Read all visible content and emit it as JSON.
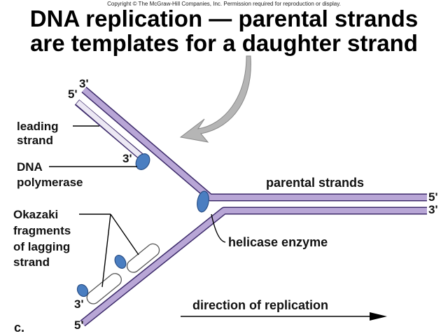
{
  "copyright": "Copyright © The McGraw-Hill Companies, Inc. Permission required for reproduction or display.",
  "title_line1": "DNA replication — parental strands",
  "title_line2": "are templates for a daughter strand",
  "panel_letter": "c.",
  "labels": {
    "leading_strand": [
      "leading",
      "strand"
    ],
    "dna_polymerase": [
      "DNA",
      "polymerase"
    ],
    "okazaki": [
      "Okazaki",
      "fragments",
      "of lagging",
      "strand"
    ],
    "parental_strands": "parental strands",
    "helicase_enzyme": "helicase enzyme",
    "direction": "direction of replication"
  },
  "ends": {
    "three_prime": "3'",
    "five_prime": "5'"
  },
  "colors": {
    "strand_fill": "#b8a6d6",
    "strand_edge": "#3c2a6a",
    "leading_fill": "#ece8f4",
    "okazaki_fill": "#ffffff",
    "enzyme": "#4a7ec1",
    "arrow_gray": "#b5b5b5"
  }
}
